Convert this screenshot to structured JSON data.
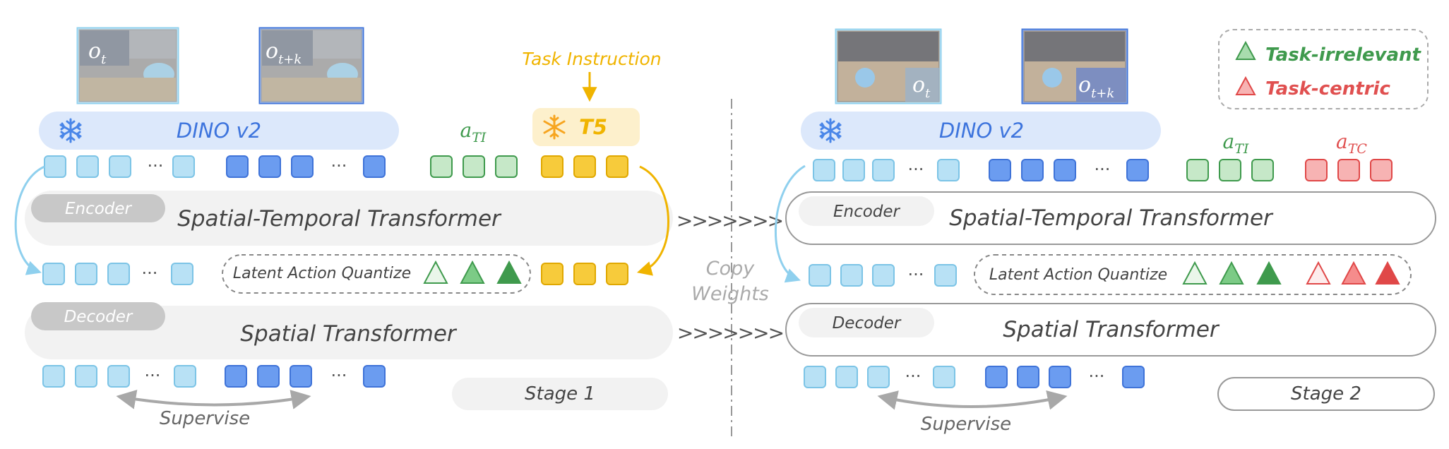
{
  "colors": {
    "light_token": "#b8e1f5",
    "light_token_stroke": "#7cc4e6",
    "dark_token": "#6b9cf0",
    "dark_token_stroke": "#3f73d8",
    "green_token": "#c6e8c8",
    "green_stroke": "#3f9a4d",
    "yellow_token": "#f7cb3b",
    "yellow_stroke": "#e0a800",
    "red_token": "#f7b3b3",
    "red_stroke": "#e04848",
    "dino_bg": "#dce8fb",
    "dino_text": "#3d74dd",
    "t5_bg": "#fdf0cc",
    "t5_text": "#f0b400",
    "gray_panel": "#f2f2f2",
    "gray_pill": "#c8c8c8",
    "text_dark": "#444444",
    "green_text": "#3f9a4d",
    "red_text": "#e05050"
  },
  "stage1": {
    "obs_t": "o_t",
    "obs_tk": "o_{t+k}",
    "task_instruction": "Task Instruction",
    "dino": "DINO v2",
    "t5": "T5",
    "a_ti": "a_TI",
    "encoder": "Encoder",
    "st_transformer": "Spatial-Temporal Transformer",
    "laq": "Latent Action Quantize",
    "decoder": "Decoder",
    "s_transformer": "Spatial Transformer",
    "stage": "Stage 1",
    "supervise": "Supervise",
    "ellipsis": "···"
  },
  "middle": {
    "arrows_top": ">>>>>>>",
    "arrows_bottom": ">>>>>>>",
    "copy_line1": "Copy",
    "copy_line2": "Weights"
  },
  "stage2": {
    "obs_t": "o_t",
    "obs_tk": "o_{t+k}",
    "dino": "DINO v2",
    "a_ti": "a_TI",
    "a_tc": "a_TC",
    "encoder": "Encoder",
    "st_transformer": "Spatial-Temporal Transformer",
    "laq": "Latent Action Quantize",
    "decoder": "Decoder",
    "s_transformer": "Spatial Transformer",
    "stage": "Stage 2",
    "supervise": "Supervise",
    "ellipsis": "···"
  },
  "legend": {
    "task_irrelevant": "Task-irrelevant",
    "task_centric": "Task-centric"
  },
  "icons": {
    "snowflake": "snowflake-icon",
    "green_triangle": "green-triangle-icon",
    "red_triangle": "red-triangle-icon"
  }
}
